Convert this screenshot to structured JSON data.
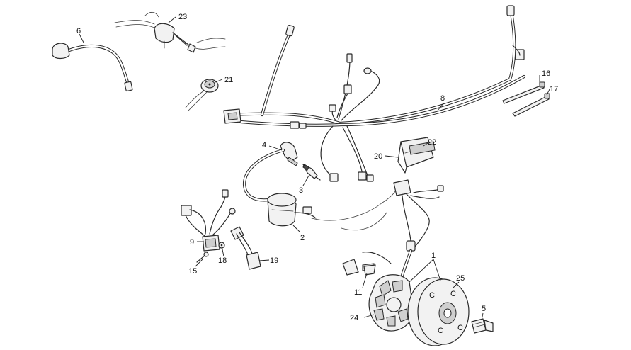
{
  "diagram": {
    "callouts": [
      {
        "id": "c1",
        "text": "1"
      },
      {
        "id": "c2",
        "text": "2"
      },
      {
        "id": "c3",
        "text": "3"
      },
      {
        "id": "c4",
        "text": "4"
      },
      {
        "id": "c5",
        "text": "5"
      },
      {
        "id": "c6",
        "text": "6"
      },
      {
        "id": "c8",
        "text": "8"
      },
      {
        "id": "c9",
        "text": "9"
      },
      {
        "id": "c11",
        "text": "11"
      },
      {
        "id": "c15",
        "text": "15"
      },
      {
        "id": "c16",
        "text": "16"
      },
      {
        "id": "c17",
        "text": "17"
      },
      {
        "id": "c18",
        "text": "18"
      },
      {
        "id": "c19",
        "text": "19"
      },
      {
        "id": "c20",
        "text": "20"
      },
      {
        "id": "c21",
        "text": "21"
      },
      {
        "id": "c22",
        "text": "22"
      },
      {
        "id": "c23",
        "text": "23"
      },
      {
        "id": "c24",
        "text": "24"
      },
      {
        "id": "c25",
        "text": "25"
      }
    ],
    "flywheel_marks": [
      "C",
      "C",
      "C",
      "C"
    ]
  }
}
